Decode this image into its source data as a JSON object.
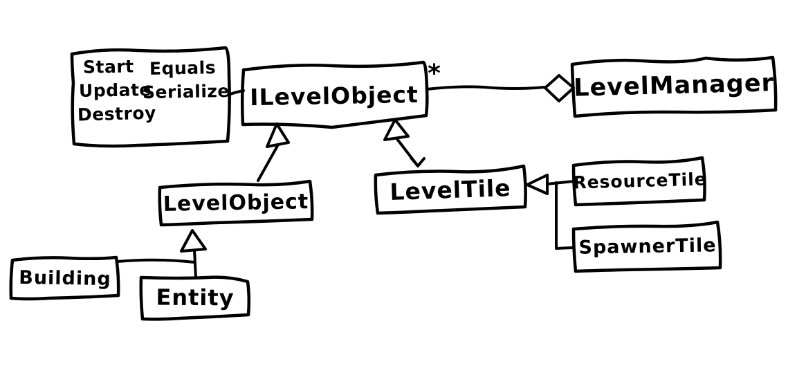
{
  "canvas": {
    "background_color": "#ffffff",
    "ink_color": "#000000"
  },
  "diagram": {
    "type": "uml-class-diagram",
    "style": "hand-drawn",
    "nodes": {
      "interface_methods_note": {
        "col1": [
          "Start",
          "Update",
          "Destroy"
        ],
        "col2": [
          "Equals",
          "Serialize"
        ]
      },
      "ilevelobject": {
        "label": "ILevelObject",
        "multiplicity": "*"
      },
      "levelmanager": {
        "label": "LevelManager"
      },
      "levelobject": {
        "label": "LevelObject"
      },
      "leveltile": {
        "label": "LevelTile"
      },
      "resourcetile": {
        "label": "ResourceTile"
      },
      "spawnertile": {
        "label": "SpawnerTile"
      },
      "building": {
        "label": "Building"
      },
      "entity": {
        "label": "Entity"
      }
    },
    "edges": [
      {
        "from": "interface_methods_note",
        "to": "ilevelobject",
        "type": "attachment"
      },
      {
        "from": "ilevelobject",
        "to": "levelmanager",
        "type": "aggregation",
        "multiplicity": "*"
      },
      {
        "from": "levelobject",
        "to": "ilevelobject",
        "type": "inheritance"
      },
      {
        "from": "leveltile",
        "to": "ilevelobject",
        "type": "inheritance"
      },
      {
        "from": "resourcetile",
        "to": "leveltile",
        "type": "inheritance"
      },
      {
        "from": "spawnertile",
        "to": "leveltile",
        "type": "inheritance"
      },
      {
        "from": "building",
        "to": "levelobject",
        "type": "inheritance"
      },
      {
        "from": "entity",
        "to": "levelobject",
        "type": "inheritance"
      }
    ]
  }
}
